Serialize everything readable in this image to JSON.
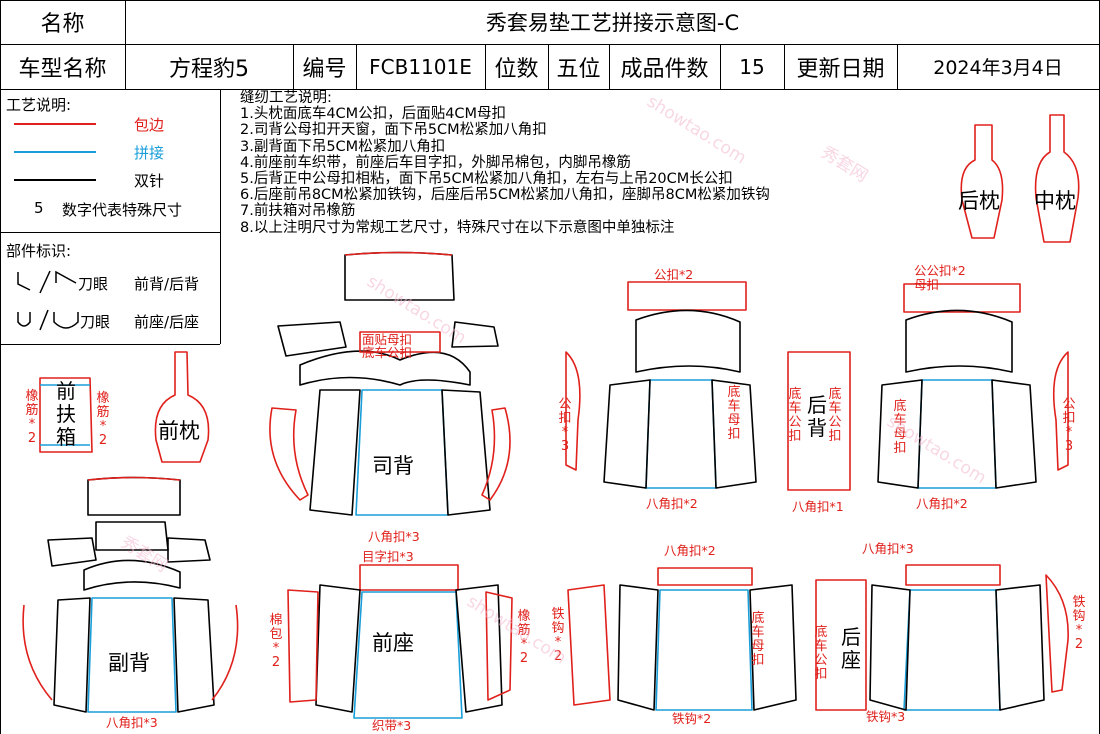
{
  "header": {
    "name_label": "名称",
    "title": "秀套易垫工艺拼接示意图-C",
    "model_label": "车型名称",
    "model_value": "方程豹5",
    "code_label": "编号",
    "code_value": "FCB1101E",
    "seats_label": "位数",
    "seats_value": "五位",
    "pieces_label": "成品件数",
    "pieces_value": "15",
    "date_label": "更新日期",
    "date_value": "2024年3月4日"
  },
  "legend": {
    "title": "工艺说明:",
    "items": [
      {
        "label": "包边",
        "color": "#e0201b"
      },
      {
        "label": "拼接",
        "color": "#1a9ed9"
      },
      {
        "label": "双针",
        "color": "#000000"
      }
    ],
    "special_num": "5",
    "special_text": "数字代表特殊尺寸"
  },
  "parts": {
    "title": "部件标识:",
    "rows": [
      {
        "sym": "刀眼",
        "text": "前背/后背"
      },
      {
        "sym": "刀眼",
        "text": "前座/后座"
      }
    ]
  },
  "notes": {
    "title": "缝纫工艺说明:",
    "lines": [
      "1.头枕面底车4CM公扣，后面贴4CM母扣",
      "2.司背公母扣开天窗，面下吊5CM松紧加八角扣",
      "3.副背面下吊5CM松紧加八角扣",
      "4.前座前车织带，前座后车目字扣，外脚吊棉包，内脚吊橡筋",
      "5.后背正中公母扣相粘，面下吊5CM松紧加八角扣，左右与上吊20CM长公扣",
      "6.后座前吊8CM松紧加铁钩，后座后吊5CM松紧加八角扣，座脚吊8CM松紧加铁钩",
      "7.前扶箱对吊橡筋",
      "8.以上注明尺寸为常规工艺尺寸，特殊尺寸在以下示意图中单独标注"
    ]
  },
  "pieces": {
    "rear_pillow": "后枕",
    "mid_pillow": "中枕",
    "front_pillow": "前枕",
    "front_armrest": "前扶箱",
    "driver_back": "司背",
    "passenger_back": "副背",
    "front_seat": "前座",
    "rear_back": "后背",
    "rear_seat": "后座"
  },
  "annotations": {
    "face_mother": "面贴母扣",
    "bottom_male": "底车公扣",
    "bagua_3": "八角扣*3",
    "mu_zi_3": "目字扣*3",
    "male_2": "公扣*2",
    "male_3": "公扣*3",
    "bottom_mother": "底车母扣",
    "bottom_male_v": "底车公扣",
    "bagua_2": "八角扣*2",
    "bagua_1": "八角扣*1",
    "male_male_mother": "公公扣*2",
    "mother_kou": "母扣",
    "rubber_2": "橡筋*2",
    "cotton_2": "棉包*2",
    "webbing_3": "织带*3",
    "hook_2": "铁钩*2",
    "hook_3": "铁钩*3"
  },
  "watermark": "showtao.com",
  "watermark_cn": "秀套网"
}
